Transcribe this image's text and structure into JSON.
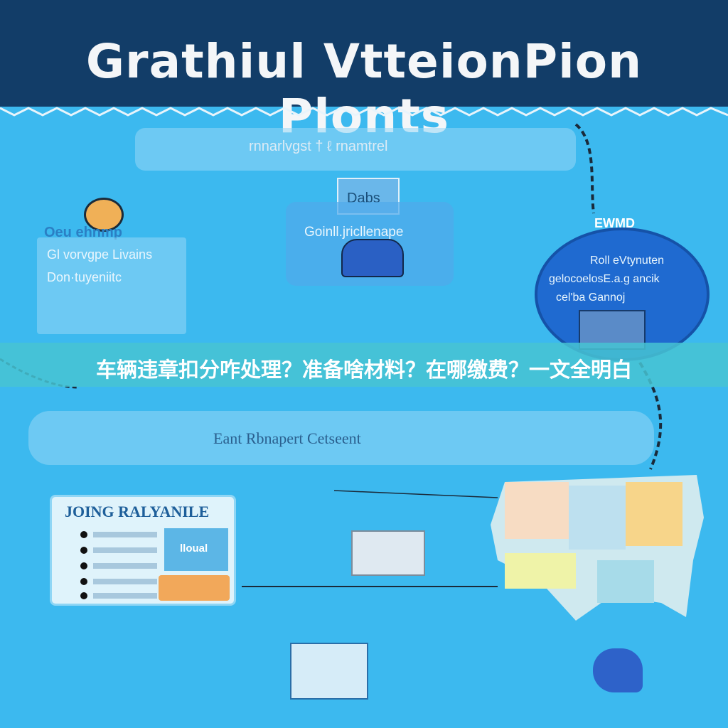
{
  "header": {
    "title": "Grathiul VtteionPion Plonts"
  },
  "top_bar": {
    "label": "rnnarlvgst † ℓ  rnamtrel"
  },
  "left_panel": {
    "heading": "Oeu  ehnmp",
    "line1": "Gl vorvgpe Livains",
    "line2": "Don·tuyeniitc"
  },
  "center_panel": {
    "sign": "Dabs",
    "label": "Goinll.jricllenape"
  },
  "right_circle": {
    "tag": "EWMD",
    "line1": "Roll eVtynuten",
    "line2": "gelocoelosE.a.g ancik",
    "line3": "cel'ba          Gannoj"
  },
  "banner": {
    "text": "车辆违章扣分咋处理？准备啥材料？在哪缴费？一文全明白"
  },
  "middle_bar": {
    "label": "Eant Rbnapert Cetseent"
  },
  "card": {
    "title": "JOING RALYANILE",
    "badge": "lloual"
  },
  "colors": {
    "background": "#3cb9ef",
    "header": "#123d68",
    "banner": "#46c3d2",
    "circle": "#1f6ad0"
  }
}
